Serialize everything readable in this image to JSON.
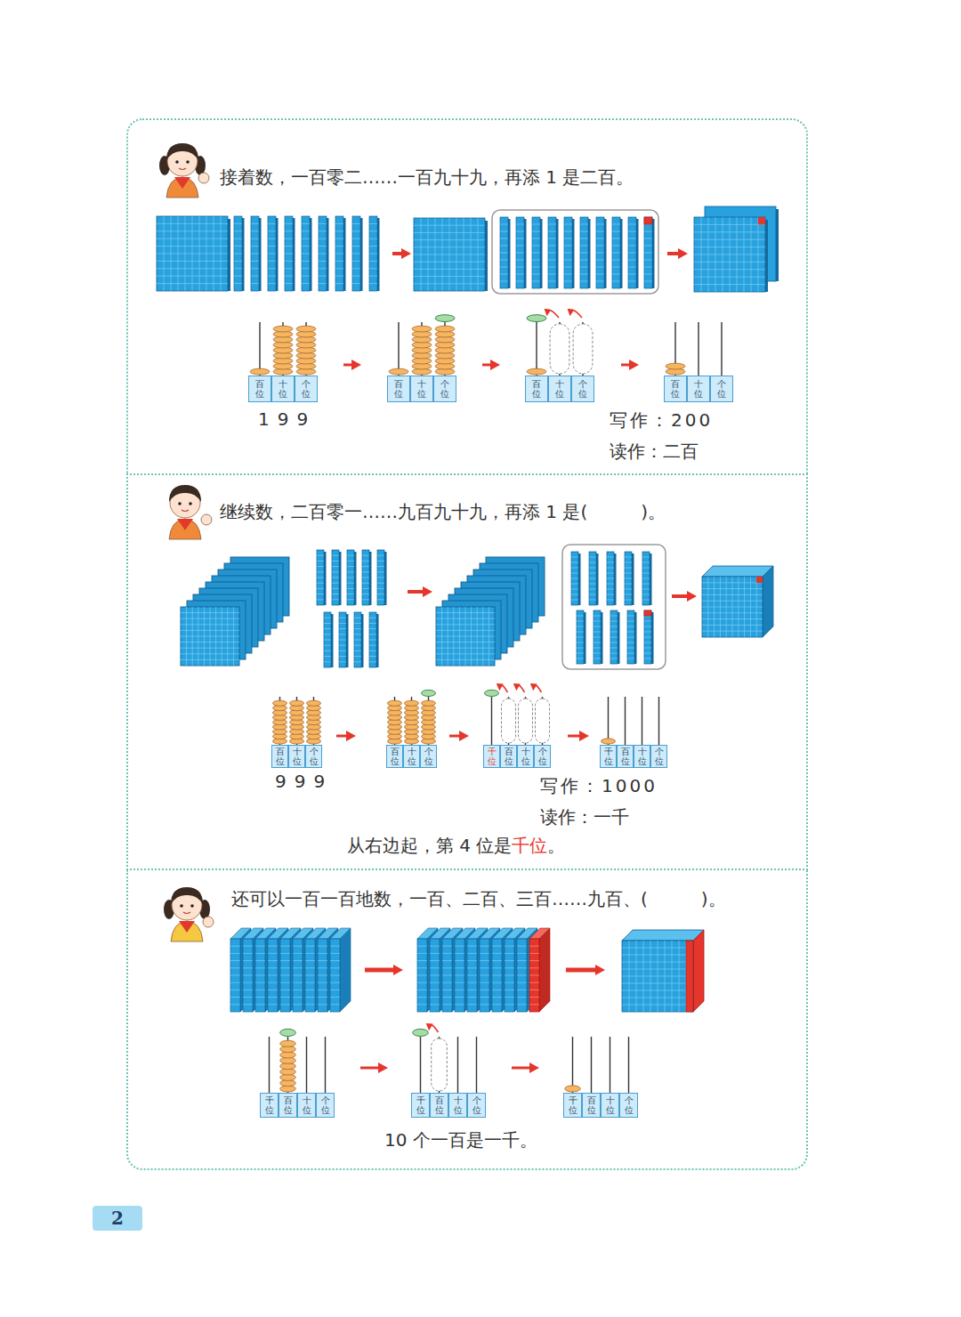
{
  "diagram": {
    "nodes": [
      {
        "text": [
          "接着数，一百零二……一百九十九，再添 1 是二百。",
          "199",
          "写作：200",
          "读作：二百"
        ]
      },
      {
        "text": [
          "百位"
        ],
        "in": 0
      },
      {
        "text": [
          "十位"
        ],
        "in": 0
      },
      {
        "text": [
          "个位"
        ],
        "in": 0
      },
      {
        "text": [
          "百位"
        ],
        "in": 0
      },
      {
        "text": [
          "十位"
        ],
        "in": 0
      },
      {
        "text": [
          "个位"
        ],
        "in": 0
      },
      {
        "text": [
          "百位"
        ],
        "in": 0
      },
      {
        "text": [
          "十位"
        ],
        "in": 0
      },
      {
        "text": [
          "个位"
        ],
        "in": 0
      },
      {
        "text": [
          "百位"
        ],
        "in": 0
      },
      {
        "text": [
          "十位"
        ],
        "in": 0
      },
      {
        "text": [
          "个位"
        ],
        "in": 0
      },
      {
        "text": [
          "继续数，二百零一……九百九十九，再添 1 是(　　　)。",
          "999",
          "写作：1000",
          "读作：一千",
          "从右边起，第 4 位是千位。"
        ]
      },
      {
        "text": [
          "百位"
        ],
        "in": 13
      },
      {
        "text": [
          "十位"
        ],
        "in": 13
      },
      {
        "text": [
          "个位"
        ],
        "in": 13
      },
      {
        "text": [
          "百位"
        ],
        "in": 13
      },
      {
        "text": [
          "十位"
        ],
        "in": 13
      },
      {
        "text": [
          "个位"
        ],
        "in": 13
      },
      {
        "text": [
          "千位"
        ],
        "in": 13
      },
      {
        "text": [
          "百位"
        ],
        "in": 13
      },
      {
        "text": [
          "十位"
        ],
        "in": 13
      },
      {
        "text": [
          "个位"
        ],
        "in": 13
      },
      {
        "text": [
          "千位"
        ],
        "in": 13
      },
      {
        "text": [
          "百位"
        ],
        "in": 13
      },
      {
        "text": [
          "十位"
        ],
        "in": 13
      },
      {
        "text": [
          "个位"
        ],
        "in": 13
      },
      {
        "text": [
          "还可以一百一百地数，一百、二百、三百……九百、(　　　)。",
          "10 个一百是一千。"
        ]
      },
      {
        "text": [
          "千位"
        ],
        "in": 28
      },
      {
        "text": [
          "百位"
        ],
        "in": 28
      },
      {
        "text": [
          "十位"
        ],
        "in": 28
      },
      {
        "text": [
          "个位"
        ],
        "in": 28
      },
      {
        "text": [
          "千位"
        ],
        "in": 28
      },
      {
        "text": [
          "百位"
        ],
        "in": 28
      },
      {
        "text": [
          "十位"
        ],
        "in": 28
      },
      {
        "text": [
          "个位"
        ],
        "in": 28
      },
      {
        "text": [
          "千位"
        ],
        "in": 28
      },
      {
        "text": [
          "百位"
        ],
        "in": 28
      },
      {
        "text": [
          "十位"
        ],
        "in": 28
      },
      {
        "text": [
          "个位"
        ],
        "in": 28
      },
      {
        "text": [
          "2"
        ]
      }
    ]
  }
}
